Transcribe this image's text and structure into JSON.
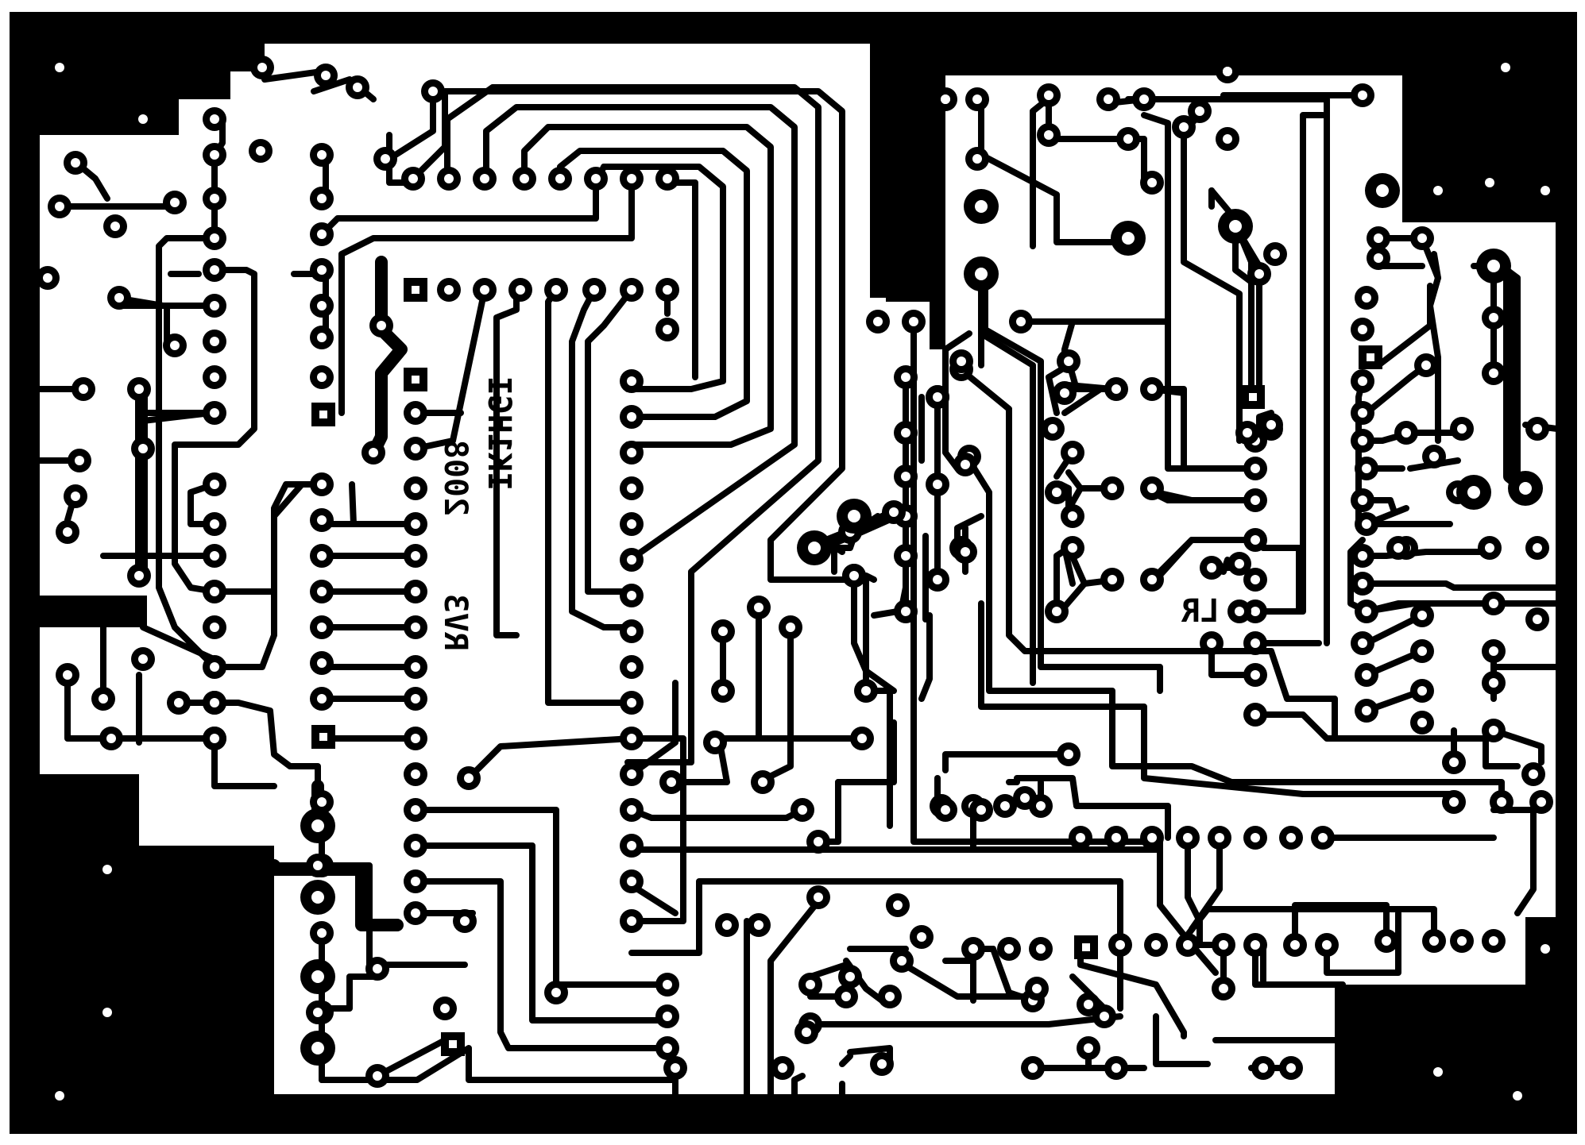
{
  "board": {
    "colors": {
      "copper": "#000000",
      "substrate": "#ffffff"
    },
    "silkscreen": [
      {
        "id": "designer",
        "text": "IK1HGI"
      },
      {
        "id": "year",
        "text": "2008"
      },
      {
        "id": "revision",
        "text": "RV3"
      },
      {
        "id": "channels",
        "text": "LR"
      }
    ]
  }
}
